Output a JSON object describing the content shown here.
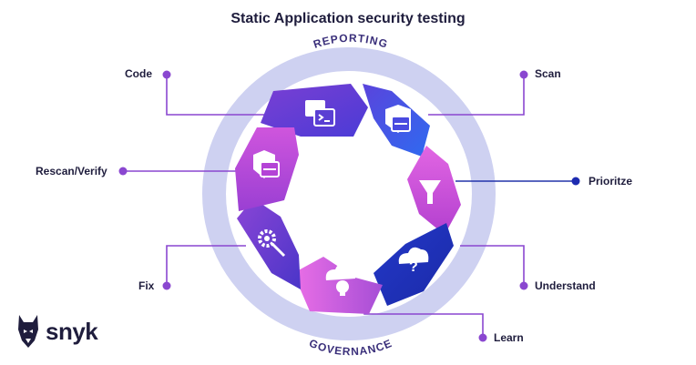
{
  "title": "Static Application security testing",
  "ring": {
    "top": "REPORTING",
    "bottom": "GOVERNANCE"
  },
  "steps": {
    "code": "Code",
    "scan": "Scan",
    "prioritize": "Prioritze",
    "understand": "Understand",
    "learn": "Learn",
    "fix": "Fix",
    "rescan": "Rescan/Verify"
  },
  "brand": {
    "name": "snyk"
  },
  "colors": {
    "ring": "#cdd0f0",
    "purple": "#6a3fd0",
    "blue": "#3b56e6",
    "magenta": "#c247d3",
    "navy": "#1d2bb0",
    "connector": "#8a47d0"
  },
  "icons": [
    "terminal-window-icon",
    "shield-server-icon",
    "funnel-icon",
    "cloud-question-icon",
    "cloud-bulb-icon",
    "gear-wrench-icon",
    "shield-server-icon"
  ]
}
